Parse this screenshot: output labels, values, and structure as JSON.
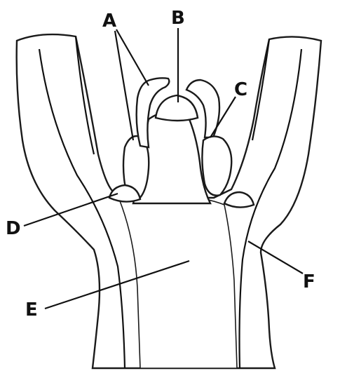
{
  "figure": {
    "labels": [
      {
        "id": "A",
        "text": "A"
      },
      {
        "id": "B",
        "text": "B"
      },
      {
        "id": "C",
        "text": "C"
      },
      {
        "id": "D",
        "text": "D"
      },
      {
        "id": "E",
        "text": "E"
      },
      {
        "id": "F",
        "text": "F"
      }
    ]
  }
}
